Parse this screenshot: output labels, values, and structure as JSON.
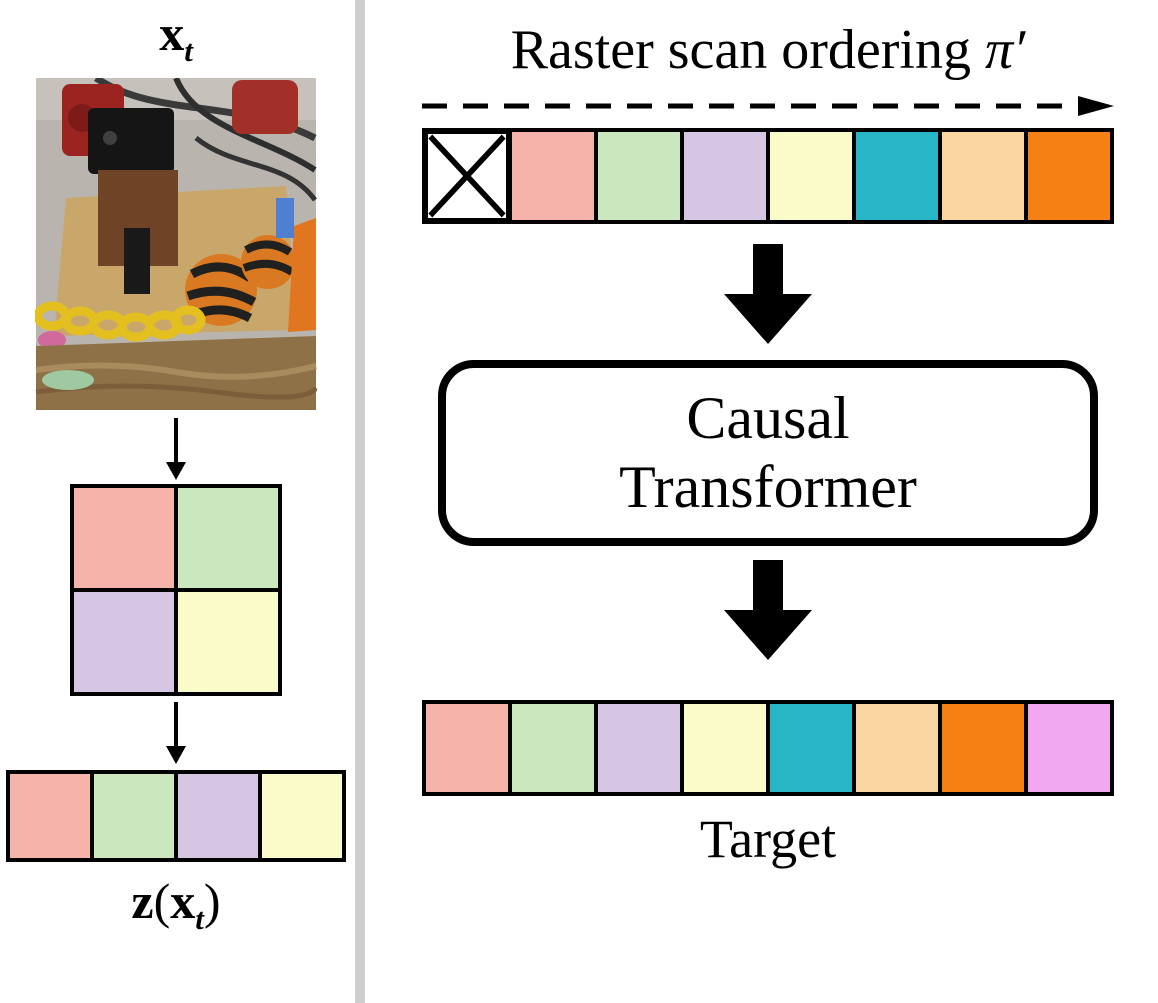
{
  "palette": {
    "pink": "#F6B3A9",
    "green": "#CBE7BE",
    "purple": "#D6C5E3",
    "yellow": "#FBFBC9",
    "teal": "#27B6C6",
    "peach": "#FAD7A2",
    "orange": "#F58114",
    "violet": "#F2A8F0",
    "divider_gray": "#CFCFCF"
  },
  "left": {
    "input_label": {
      "base": "x",
      "sub": "t"
    },
    "patch_grid": [
      "pink",
      "green",
      "purple",
      "yellow"
    ],
    "token_row": [
      "pink",
      "green",
      "purple",
      "yellow"
    ],
    "output_label": {
      "fn": "z",
      "open": "(",
      "arg": "x",
      "sub": "t",
      "close": ")"
    }
  },
  "right": {
    "title_text": "Raster scan ordering",
    "title_pi": "π′",
    "input_tokens": [
      "mask",
      "pink",
      "green",
      "purple",
      "yellow",
      "teal",
      "peach",
      "orange"
    ],
    "transformer": {
      "line1": "Causal",
      "line2": "Transformer"
    },
    "target_tokens": [
      "pink",
      "green",
      "purple",
      "yellow",
      "teal",
      "peach",
      "orange",
      "violet"
    ],
    "target_label": "Target"
  }
}
